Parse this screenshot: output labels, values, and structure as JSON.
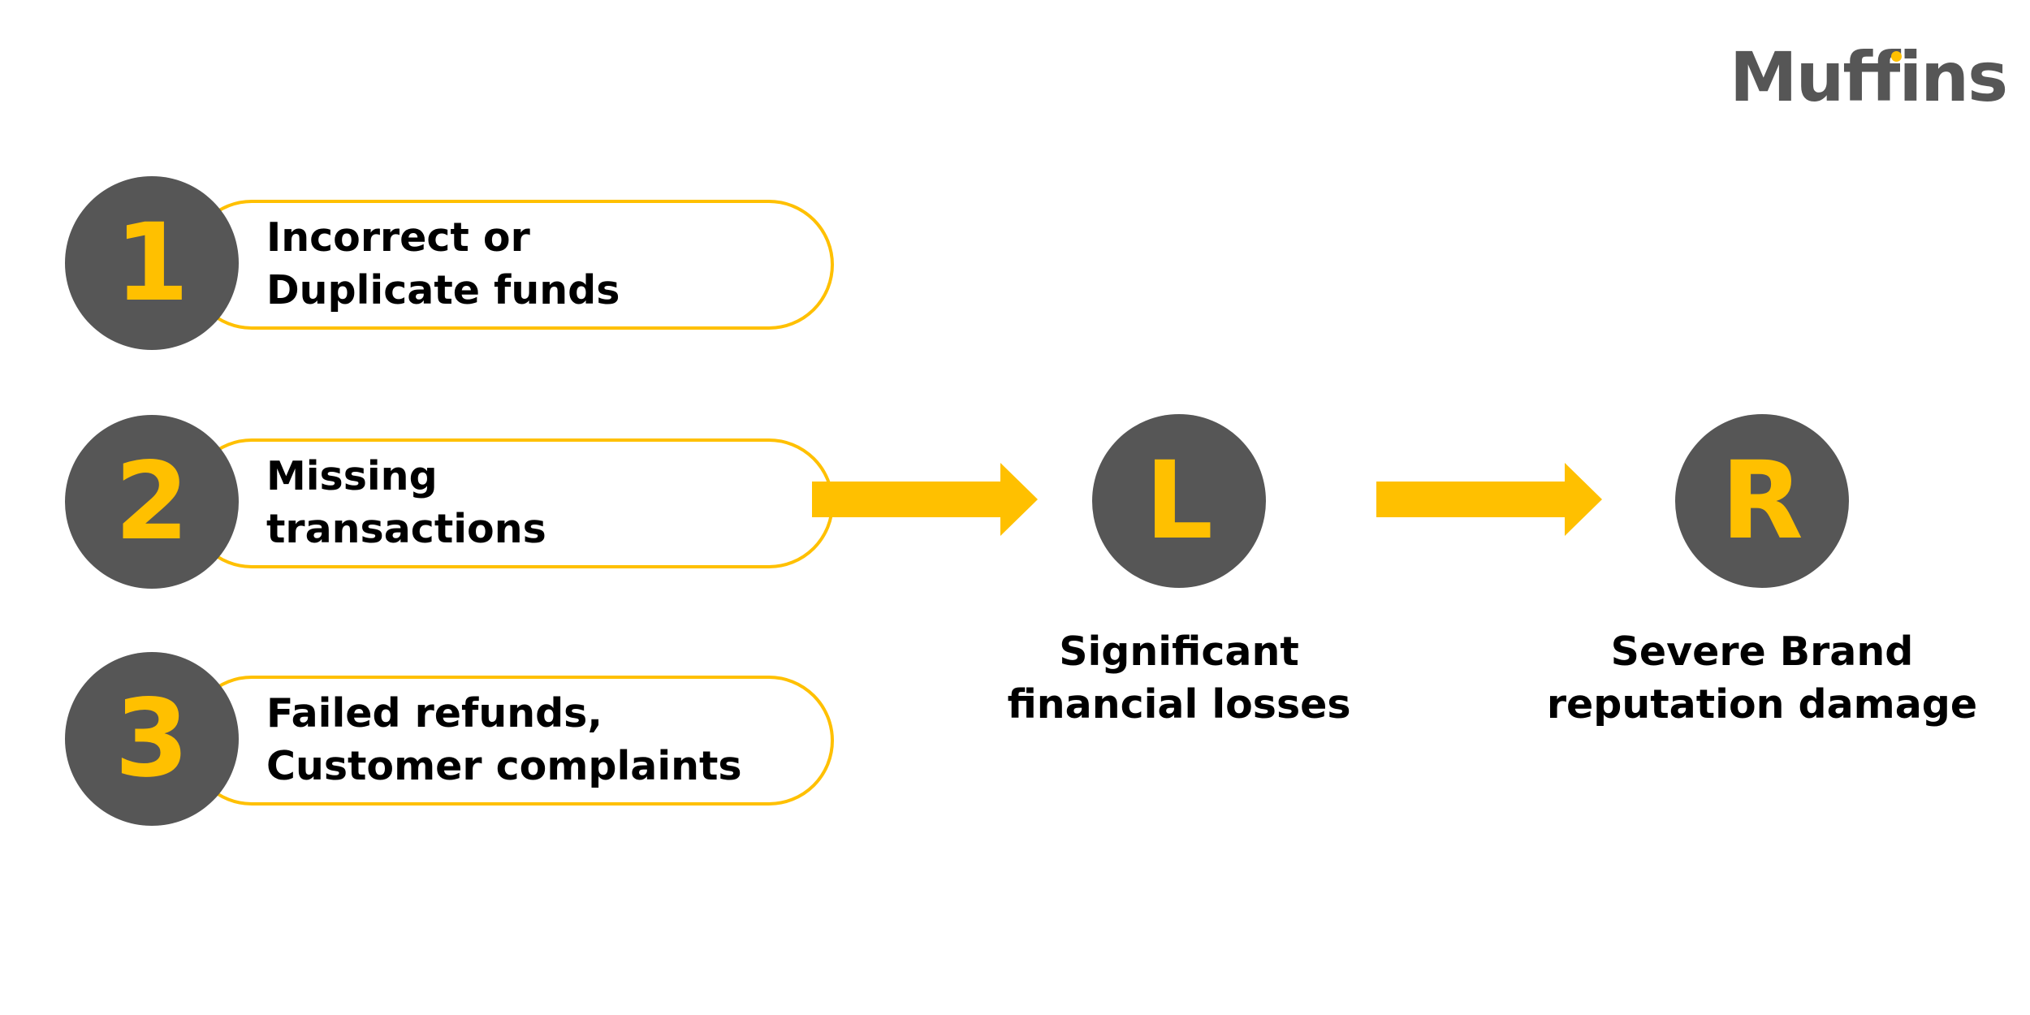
{
  "brand": {
    "logo_text": "Muffins",
    "text_color": "#565656",
    "accent_color": "#FFC000"
  },
  "colors": {
    "circle_fill": "#565656",
    "accent": "#FFC000",
    "text": "#000000"
  },
  "causes": [
    {
      "number": "1",
      "line1": "Incorrect or",
      "line2": "Duplicate funds"
    },
    {
      "number": "2",
      "line1": "Missing",
      "line2": "transactions"
    },
    {
      "number": "3",
      "line1": "Failed refunds,",
      "line2": "Customer complaints"
    }
  ],
  "consequences": [
    {
      "letter": "L",
      "line1": "Significant",
      "line2": "financial losses"
    },
    {
      "letter": "R",
      "line1": "Severe Brand",
      "line2": "reputation damage"
    }
  ],
  "icons": {
    "arrow": "right-arrow-icon"
  }
}
